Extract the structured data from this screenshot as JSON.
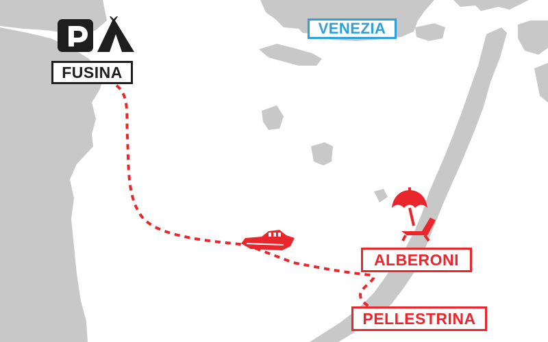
{
  "colors": {
    "land": "#c8c8c8",
    "water": "#ffffff",
    "route": "#e8262b",
    "dark": "#1e1e1e",
    "city": "#2e9fd8"
  },
  "places": {
    "fusina": {
      "label": "FUSINA",
      "icons": [
        "parking-icon",
        "tent-icon"
      ],
      "color": "#1e1e1e"
    },
    "venezia": {
      "label": "VENEZIA",
      "color": "#2e9fd8"
    },
    "alberoni": {
      "label": "ALBERONI",
      "icons": [
        "beach-umbrella-icon",
        "sun-lounger-icon"
      ],
      "color": "#e8262b"
    },
    "pellestrina": {
      "label": "PELLESTRINA",
      "color": "#e8262b"
    }
  },
  "route": {
    "style": "dashed",
    "stops": [
      "FUSINA",
      "ALBERONI",
      "PELLESTRINA"
    ],
    "vehicle_icon": "boat-icon"
  }
}
